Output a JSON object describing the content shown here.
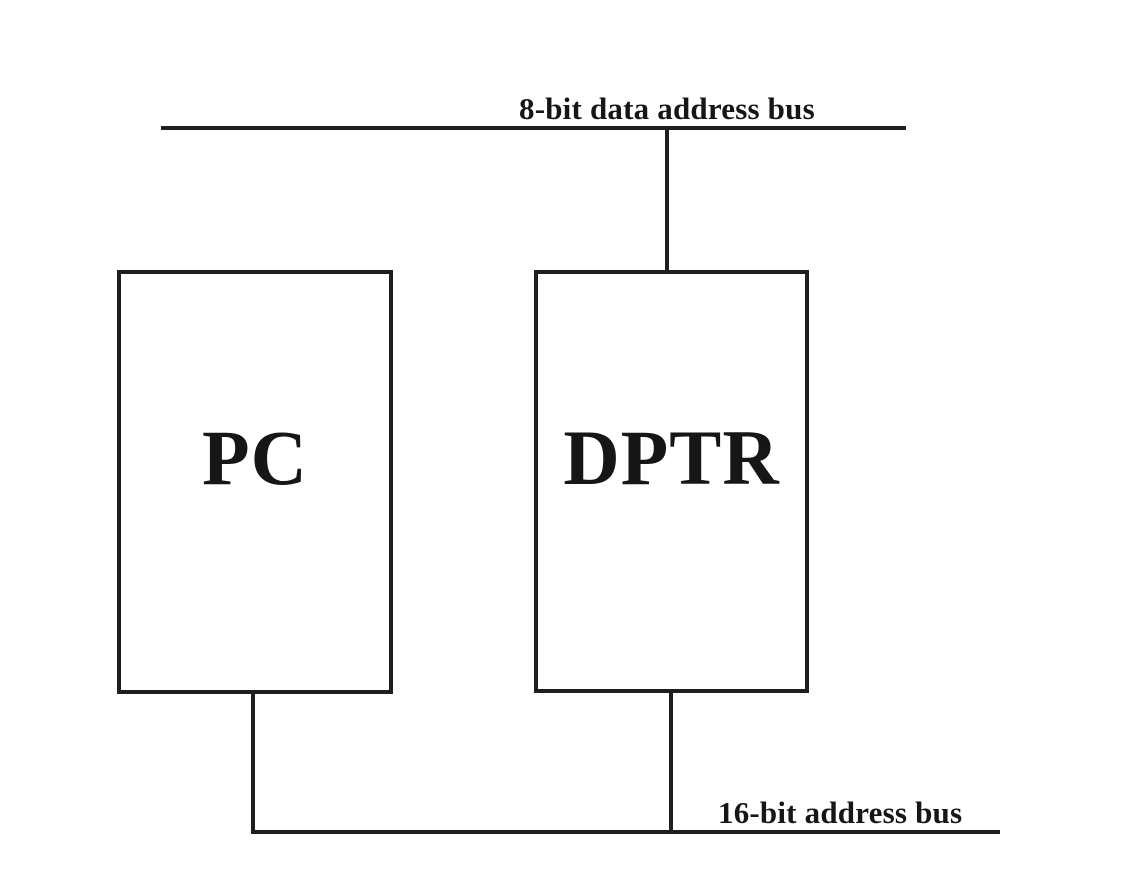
{
  "diagram": {
    "type": "block-diagram",
    "description": "Microcontroller program counter and data pointer registers connected to address buses",
    "buses": {
      "top": {
        "label": "8-bit data address bus"
      },
      "bottom": {
        "label": "16-bit address bus"
      }
    },
    "blocks": [
      {
        "id": "pc",
        "label": "PC"
      },
      {
        "id": "dptr",
        "label": "DPTR"
      }
    ],
    "connections": [
      {
        "from": "top-bus",
        "to": "dptr"
      },
      {
        "from": "pc",
        "to": "bottom-bus"
      },
      {
        "from": "dptr",
        "to": "bottom-bus"
      }
    ],
    "colors": {
      "line": "#1f1f1f",
      "background": "#ffffff",
      "text": "#161616"
    }
  }
}
